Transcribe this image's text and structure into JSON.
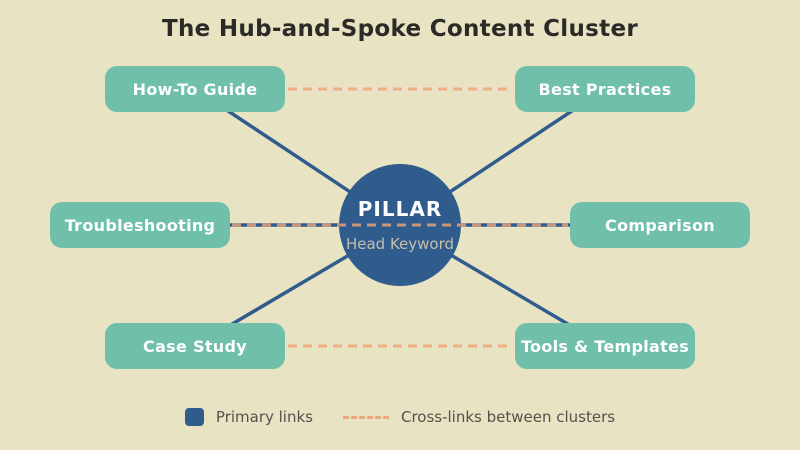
{
  "title": "The Hub-and-Spoke Content Cluster",
  "hub": {
    "title": "PILLAR",
    "subtitle": "Head Keyword"
  },
  "nodes": [
    {
      "id": "how-to-guide",
      "label": "How-To Guide"
    },
    {
      "id": "best-practices",
      "label": "Best Practices"
    },
    {
      "id": "troubleshooting",
      "label": "Troubleshooting"
    },
    {
      "id": "comparison",
      "label": "Comparison"
    },
    {
      "id": "case-study",
      "label": "Case Study"
    },
    {
      "id": "tools-templates",
      "label": "Tools & Templates"
    }
  ],
  "legend": {
    "primary_label": "Primary links",
    "cross_label": "Cross-links between clusters"
  },
  "colors": {
    "background": "#e8e3c3",
    "node_fill": "#6fbfab",
    "node_text": "#ffffff",
    "hub_fill": "#305c8d",
    "hub_title_text": "#ffffff",
    "hub_subtitle_text": "#c6bfae",
    "primary_link": "#305c8d",
    "cross_link": "#f0a878",
    "title_text": "#2b2a26",
    "legend_text": "#55514b"
  }
}
